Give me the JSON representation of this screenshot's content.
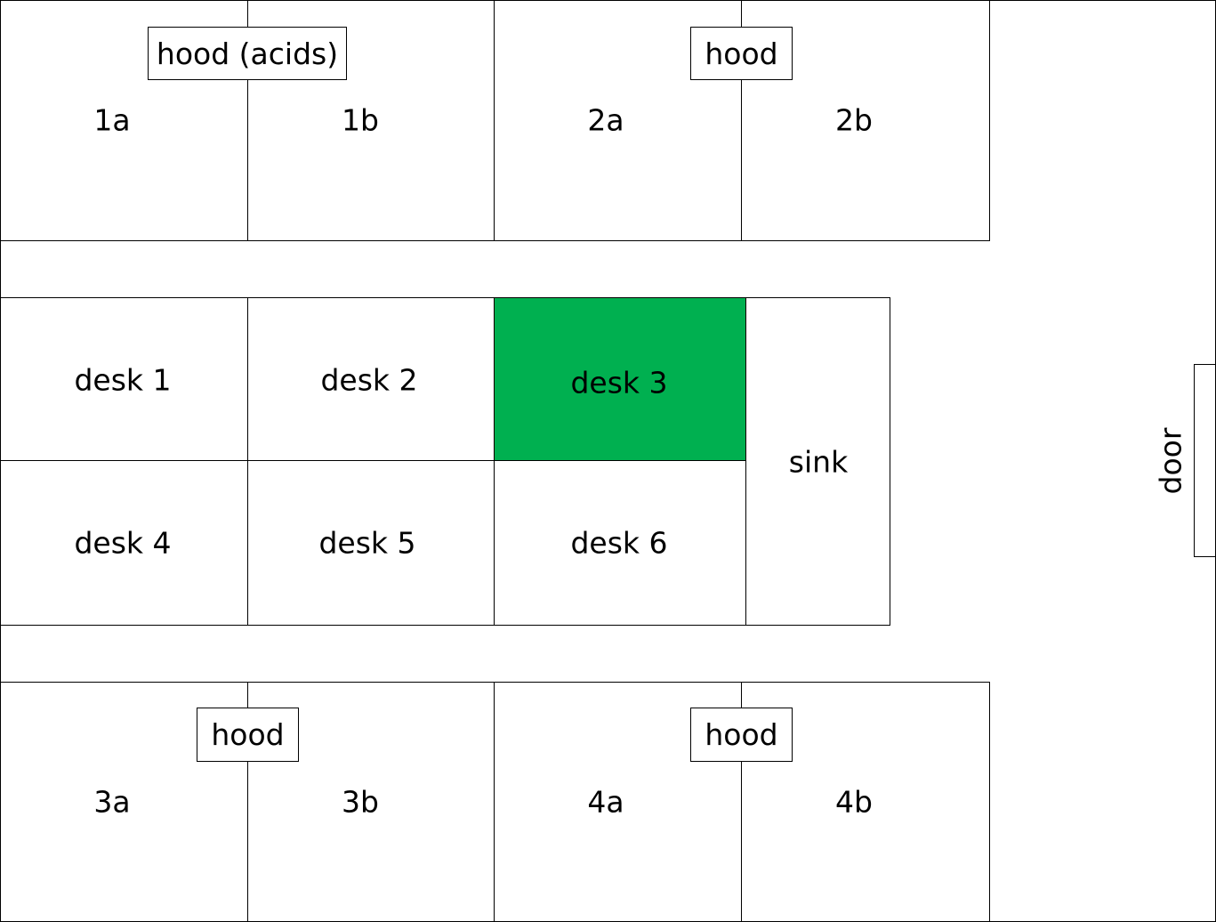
{
  "benches_top": [
    {
      "id": "1a",
      "label": "1a"
    },
    {
      "id": "1b",
      "label": "1b"
    },
    {
      "id": "2a",
      "label": "2a"
    },
    {
      "id": "2b",
      "label": "2b"
    }
  ],
  "benches_bottom": [
    {
      "id": "3a",
      "label": "3a"
    },
    {
      "id": "3b",
      "label": "3b"
    },
    {
      "id": "4a",
      "label": "4a"
    },
    {
      "id": "4b",
      "label": "4b"
    }
  ],
  "hoods": {
    "top_left": "hood (acids)",
    "top_right": "hood",
    "bottom_left": "hood",
    "bottom_right": "hood"
  },
  "desks": [
    {
      "label": "desk 1",
      "highlighted": false
    },
    {
      "label": "desk 2",
      "highlighted": false
    },
    {
      "label": "desk 3",
      "highlighted": true
    },
    {
      "label": "desk 4",
      "highlighted": false
    },
    {
      "label": "desk 5",
      "highlighted": false
    },
    {
      "label": "desk 6",
      "highlighted": false
    }
  ],
  "sink": "sink",
  "door": "door",
  "colors": {
    "highlight": "#00B050"
  }
}
